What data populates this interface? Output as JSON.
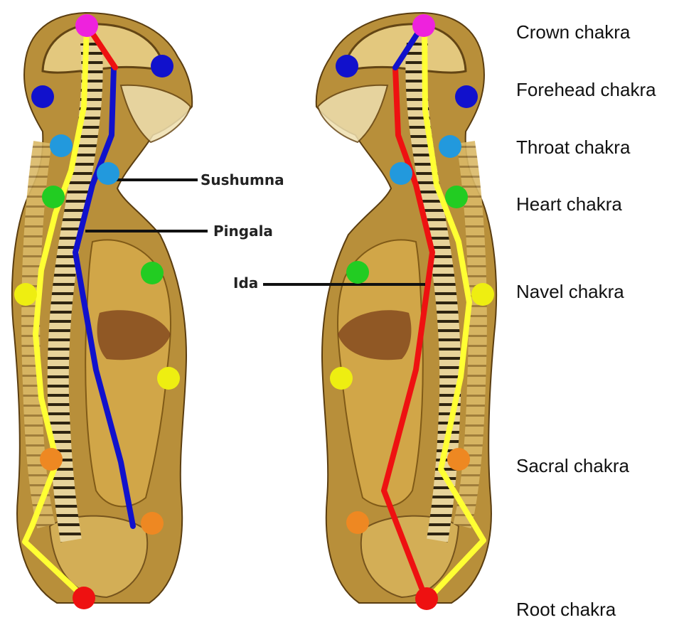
{
  "colors": {
    "crown": "#ee22dd",
    "forehead": "#1111cc",
    "throat": "#2299dd",
    "heart": "#22cc22",
    "navel": "#eeee11",
    "sacral": "#ee8822",
    "root": "#ee1111",
    "sushumna_line": "#ffff33",
    "pingala_line": "#1111cc",
    "ida_line": "#ee1111",
    "body_fill": "#b88f3a",
    "body_light": "#e8cf86",
    "body_dark": "#5a3d10",
    "spine": "#3a2a10"
  },
  "chakras": {
    "crown": "Crown chakra",
    "forehead": "Forehead chakra",
    "throat": "Throat chakra",
    "heart": "Heart chakra",
    "navel": "Navel chakra",
    "sacral": "Sacral chakra",
    "root": "Root chakra"
  },
  "channels": {
    "sushumna": "Sushumna",
    "pingala": "Pingala",
    "ida": "Ida"
  }
}
